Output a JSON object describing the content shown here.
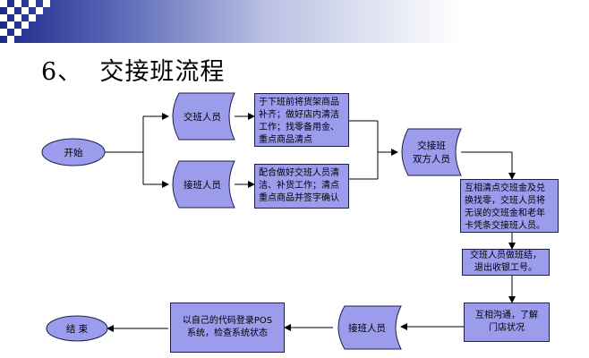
{
  "title": "6、  交接班流程",
  "nodes": {
    "start": "开始",
    "handover_staff": "交班人员",
    "receiver_staff": "接班人员",
    "both_parties": [
      "交接班",
      "双方人员"
    ],
    "receiver_staff_bottom": "接班人员",
    "end": "结 束"
  },
  "boxes": {
    "handover_tasks": [
      "于下班前将货架商品",
      "补齐；做好店内清洁",
      "工作；找零备用金、",
      "重点商品清点"
    ],
    "receiver_tasks": [
      "配合做好交班人员清",
      "洁、补货工作；清点",
      "重点商品并签字确认"
    ],
    "count_cash": [
      "互相清点交班金及兑",
      "换找零，交班人员将",
      "无误的交班金和老年",
      "卡凭条交接班人员。"
    ],
    "handover_shift": [
      "交班人员做班结，",
      "退出收银工号。"
    ],
    "communicate": [
      "互相沟通，了解",
      "门店状况"
    ],
    "login_pos": [
      "以自己的代码登录POS",
      "系统，检查系统状态"
    ]
  },
  "colors": {
    "node_fill": "#9c9cec",
    "node_stroke": "#1f1f4d",
    "arrow": "#000000",
    "banner_dark": "#1e2a8a"
  }
}
